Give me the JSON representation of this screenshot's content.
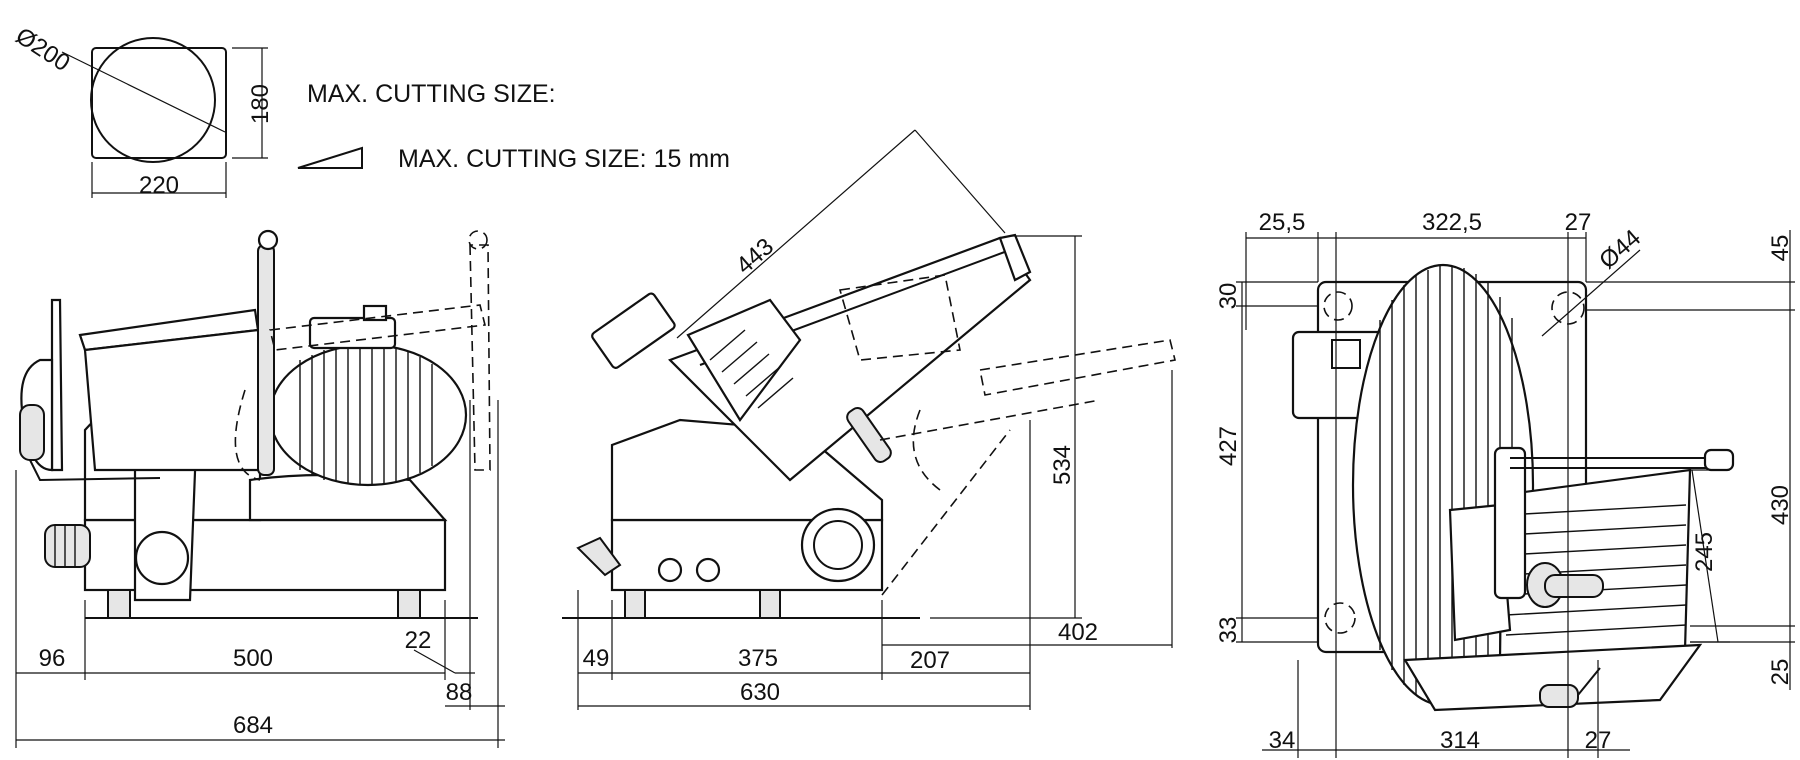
{
  "notes": {
    "max_cutting_size": "MAX. CUTTING SIZE:",
    "max_cutting_thickness": "MAX. CUTTING SIZE: 15 mm"
  },
  "cutting_profile": {
    "diameter": "Ø200",
    "height": "180",
    "width": "220"
  },
  "side_view": {
    "dim_96": "96",
    "dim_500": "500",
    "dim_22": "22",
    "dim_88": "88",
    "dim_684": "684"
  },
  "tilted_view": {
    "dim_443": "443",
    "dim_534": "534",
    "dim_49": "49",
    "dim_375": "375",
    "dim_207": "207",
    "dim_402": "402",
    "dim_630": "630"
  },
  "top_view": {
    "dim_25_5": "25,5",
    "dim_322_5": "322,5",
    "dim_27_top": "27",
    "dim_44": "Ø44",
    "dim_45": "45",
    "dim_30": "30",
    "dim_427": "427",
    "dim_430": "430",
    "dim_245": "245",
    "dim_33": "33",
    "dim_25": "25",
    "dim_34": "34",
    "dim_314": "314",
    "dim_27_bottom": "27"
  }
}
